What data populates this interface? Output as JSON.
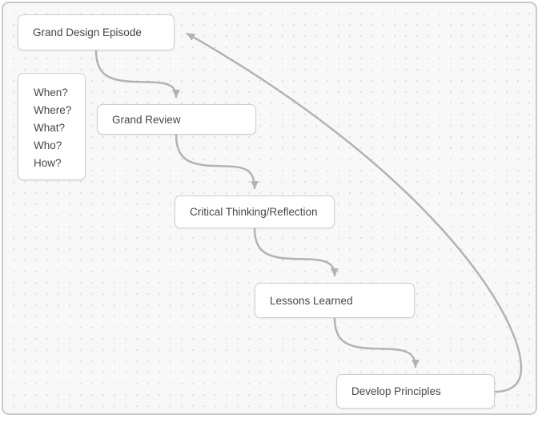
{
  "diagram": {
    "nodes": [
      {
        "id": "grand-design-episode",
        "label": "Grand Design Episode"
      },
      {
        "id": "questions",
        "lines": [
          "When?",
          "Where?",
          "What?",
          "Who?",
          "How?"
        ]
      },
      {
        "id": "grand-review",
        "label": "Grand Review"
      },
      {
        "id": "critical-thinking-reflection",
        "label": "Critical Thinking/Reflection"
      },
      {
        "id": "lessons-learned",
        "label": "Lessons Learned"
      },
      {
        "id": "develop-principles",
        "label": "Develop Principles"
      }
    ],
    "edges": [
      {
        "from": "grand-design-episode",
        "to": "grand-review"
      },
      {
        "from": "grand-review",
        "to": "critical-thinking-reflection"
      },
      {
        "from": "critical-thinking-reflection",
        "to": "lessons-learned"
      },
      {
        "from": "lessons-learned",
        "to": "develop-principles"
      },
      {
        "from": "develop-principles",
        "to": "grand-design-episode"
      }
    ],
    "colors": {
      "connector": "#b3b3b3",
      "node_background": "#ffffff",
      "node_border": "#cbcfd4",
      "canvas_background": "#f8f8f8",
      "canvas_border": "#c9c9c9",
      "dot_grid": "#e2e2e2",
      "text": "#474747"
    }
  }
}
